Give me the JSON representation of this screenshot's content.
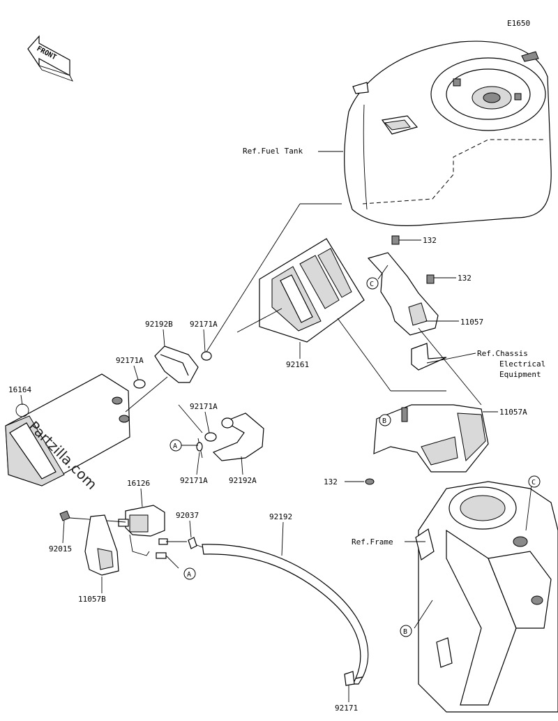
{
  "diagram_code": "E1650",
  "front_label": "FRONT",
  "watermark": "Partzilla.com",
  "ref_labels": {
    "fuel_tank": "Ref.Fuel Tank",
    "chassis_line1": "Ref.Chassis",
    "chassis_line2": "Electrical",
    "chassis_line3": "Equipment",
    "frame": "Ref.Frame"
  },
  "part_labels": {
    "p132_top": "132",
    "p132_mid": "132",
    "p132_low": "132",
    "p11057": "11057",
    "p11057A": "11057A",
    "p11057B": "11057B",
    "p92161": "92161",
    "p92192B": "92192B",
    "p92171A_1": "92171A",
    "p92171A_2": "92171A",
    "p92171A_3": "92171A",
    "p92171A_4": "92171A",
    "p92192A": "92192A",
    "p16164": "16164",
    "p16126": "16126",
    "p92037": "92037",
    "p92192": "92192",
    "p92015": "92015",
    "p92171": "92171"
  },
  "callouts": {
    "a1": "A",
    "a2": "A",
    "b1": "B",
    "b2": "B",
    "c1": "C",
    "c2": "C"
  }
}
